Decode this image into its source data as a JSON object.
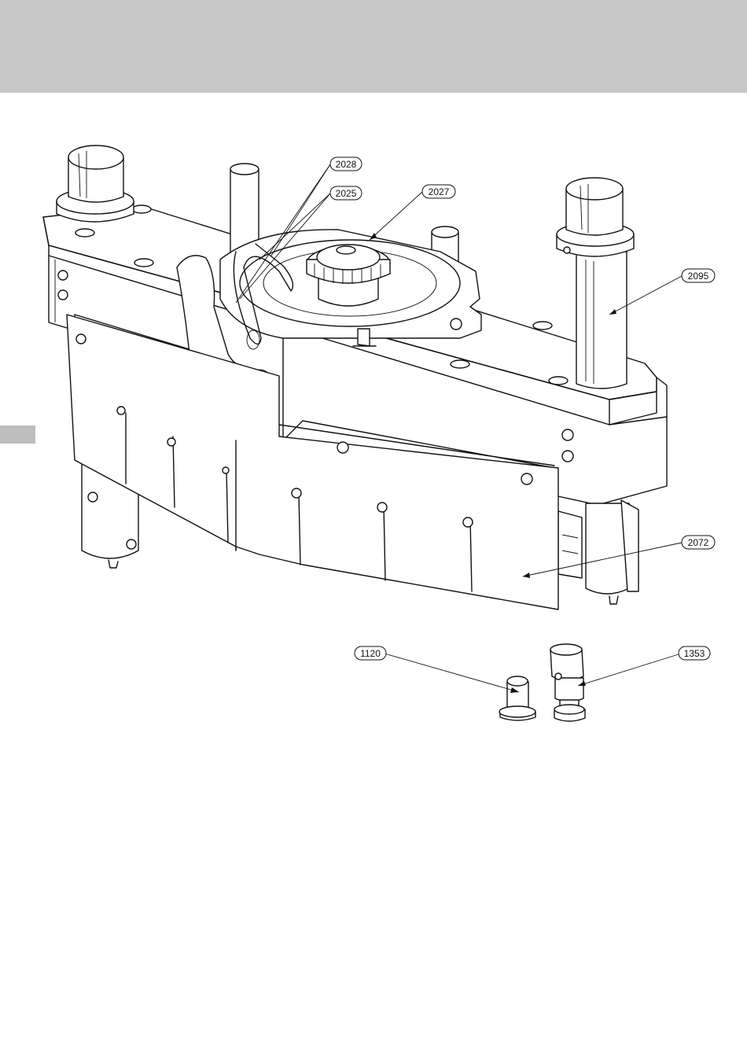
{
  "callouts": [
    {
      "id": "c2028",
      "label": "2028"
    },
    {
      "id": "c2025",
      "label": "2025"
    },
    {
      "id": "c2027",
      "label": "2027"
    },
    {
      "id": "c2095",
      "label": "2095"
    },
    {
      "id": "c2072",
      "label": "2072"
    },
    {
      "id": "c1120",
      "label": "1120"
    },
    {
      "id": "c1353",
      "label": "1353"
    }
  ],
  "colors": {
    "header_band": "#c8c8c8",
    "side_tab": "#bdbdbd",
    "line": "#111111"
  }
}
